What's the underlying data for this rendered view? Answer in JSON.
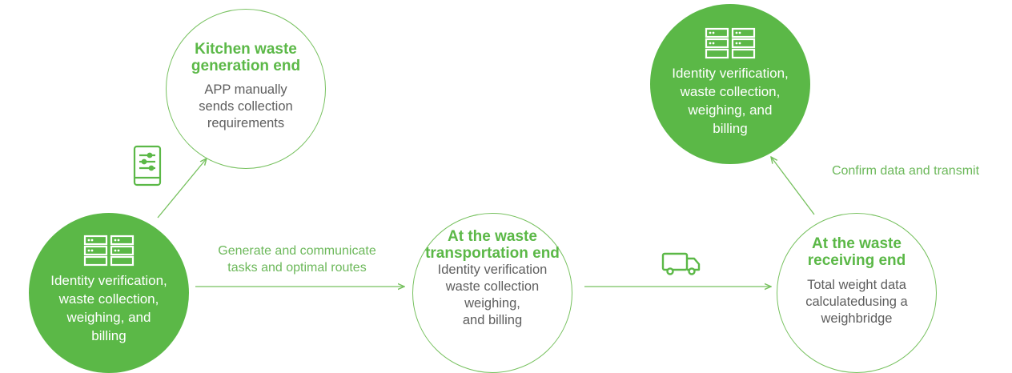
{
  "colors": {
    "brand_green": "#5bb847",
    "line_green": "#77c15f",
    "label_green": "#6cb85a",
    "body_gray": "#5e5e5e"
  },
  "nodes": {
    "kitchen": {
      "title_lines": [
        "Kitchen waste",
        "generation end"
      ],
      "body_lines": [
        "APP manually",
        "sends collection",
        "requirements"
      ]
    },
    "source": {
      "icon": "server-rack-icon",
      "body_lines": [
        "Identity verification,",
        "waste collection,",
        "weighing, and",
        "billing"
      ]
    },
    "transport": {
      "title_lines": [
        "At the waste",
        "transportation end"
      ],
      "body_lines": [
        "Identity verification",
        "waste collection",
        "weighing,",
        "and billing"
      ]
    },
    "receiving": {
      "title_lines": [
        "At the waste",
        "receiving end"
      ],
      "body_lines": [
        "Total weight data",
        "calculatedusing a",
        "weighbridge"
      ]
    },
    "top_right": {
      "icon": "server-rack-icon",
      "body_lines": [
        "Identity verification,",
        "waste collection,",
        "weighing, and",
        "billing"
      ]
    }
  },
  "edges": {
    "source_to_transport": {
      "label_lines": [
        "Generate and communicate",
        "tasks and optimal routes"
      ]
    },
    "receiving_to_top_right": {
      "label_lines": [
        "Confirm data and transmit"
      ]
    }
  },
  "icons": {
    "app": "tablet-app-icon",
    "truck": "truck-icon"
  }
}
